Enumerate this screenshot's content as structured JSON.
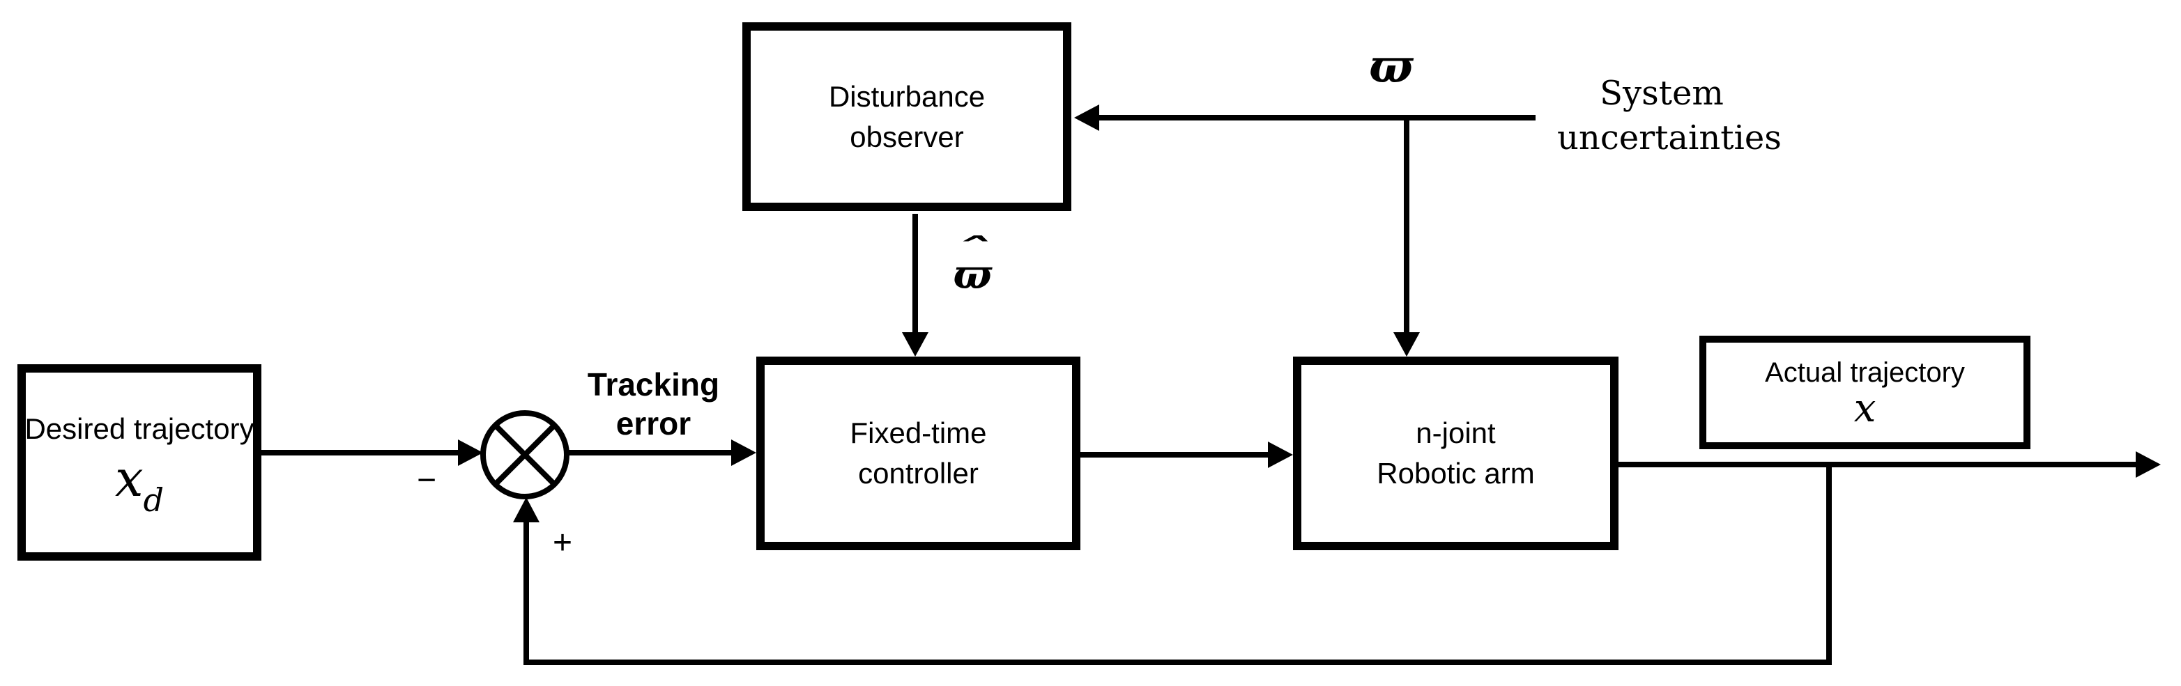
{
  "diagram": {
    "colors": {
      "line": "#000000",
      "background": "#ffffff",
      "text": "#000000"
    },
    "boxes": {
      "disturbance_observer": {
        "line1": "Disturbance",
        "line2": "observer"
      },
      "desired_trajectory": {
        "label": "Desired trajectory",
        "symbol": "x",
        "subscript": "d"
      },
      "fixed_time_controller": {
        "line1": "Fixed-time",
        "line2": "controller"
      },
      "robotic_arm": {
        "line1": "n-joint",
        "line2": "Robotic arm"
      },
      "actual_trajectory": {
        "label": "Actual trajectory",
        "symbol": "x"
      }
    },
    "labels": {
      "tracking_error": {
        "line1": "Tracking",
        "line2": "error"
      },
      "system_uncertainties": {
        "line1": "System",
        "line2": "uncertainties"
      },
      "disturbance_symbol": "ϖ",
      "disturbance_estimate_symbol": "ϖ",
      "hat_accent": "ˆ",
      "plus_sign": "+",
      "minus_sign": "−"
    }
  }
}
